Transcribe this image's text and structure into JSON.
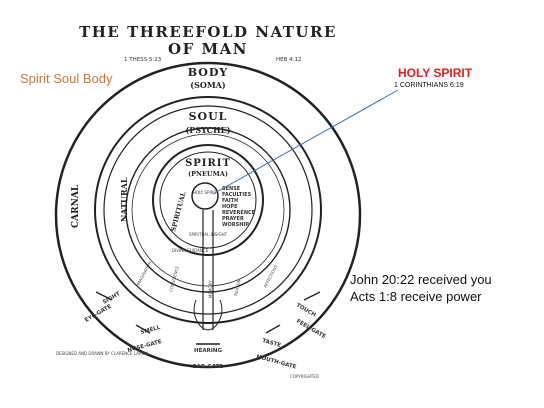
{
  "diagram": {
    "title_line1": "THE THREEFOLD NATURE",
    "title_line2": "OF MAN",
    "ref_left": "1 THESS 5:23",
    "ref_right": "HEB 4:12",
    "body_label": "BODY",
    "body_sub": "(SOMA)",
    "soul_label": "SOUL",
    "soul_sub": "(PSYCHE)",
    "spirit_label": "SPIRIT",
    "spirit_sub": "(PNEUMA)",
    "carnal": "CARNAL",
    "natural": "NATURAL",
    "spiritual": "SPIRITUAL",
    "holy_spirit_inner": "HOLY SPIRIT",
    "faculties": [
      "SENSE",
      "FACULTIES",
      "FAITH",
      "HOPE",
      "REVERENCE",
      "PRAYER",
      "WORSHIP"
    ],
    "spiritual_insight": "SPIRITUAL INSIGHT",
    "divine_guidance": "DIVINE GUIDANCE",
    "regions": [
      "IMAGINATION",
      "CONSCIENCE",
      "MEMORY",
      "REASON",
      "AFFECTIONS"
    ],
    "gates": {
      "sight": "SIGHT",
      "eye_gate": "EYE-GATE",
      "smell": "SMELL",
      "nose_gate": "NOSE-GATE",
      "hearing": "HEARING",
      "ear_gate": "EAR-GATE",
      "taste": "TASTE",
      "mouth_gate": "MOUTH-GATE",
      "touch": "TOUCH",
      "feel_gate": "FEEL-GATE"
    },
    "credit": "DESIGNED AND DRAWN BY CLARENCE LARKIN",
    "credit_right": "COPYRIGHTED"
  },
  "overlay": {
    "spirit_soul_body": "Spirit Soul Body",
    "holy_spirit": "HOLY SPIRIT",
    "corinthians": "1 CORINTHIANS  6:19",
    "john": "John 20:22 received you",
    "acts": "Acts 1:8 receive power"
  },
  "colors": {
    "orange_label": "#c9773a",
    "holy_spirit_red": "#e02020",
    "pointer_line": "#3a6fb0"
  }
}
